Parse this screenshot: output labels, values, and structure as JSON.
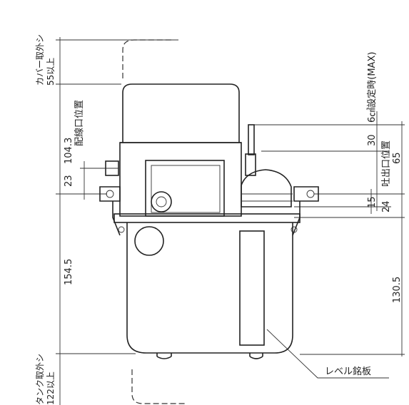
{
  "labels": {
    "cover_removal": "カバー取外シ",
    "cover_min": "55以上",
    "wiring_position": "配線口位置",
    "dim_104_3": "104.3",
    "dim_23": "23",
    "dim_154_5": "154.5",
    "tank_removal": "タンク取外シ",
    "tank_min": "122以上",
    "six_cc_max": "6㎤設定時(MAX)",
    "dim_30": "30",
    "outlet_position": "吐出口位置",
    "dim_65": "65",
    "dim_15": "15",
    "dim_24": "24",
    "dim_130_5": "130.5",
    "level_plate": "レベル銘板"
  }
}
